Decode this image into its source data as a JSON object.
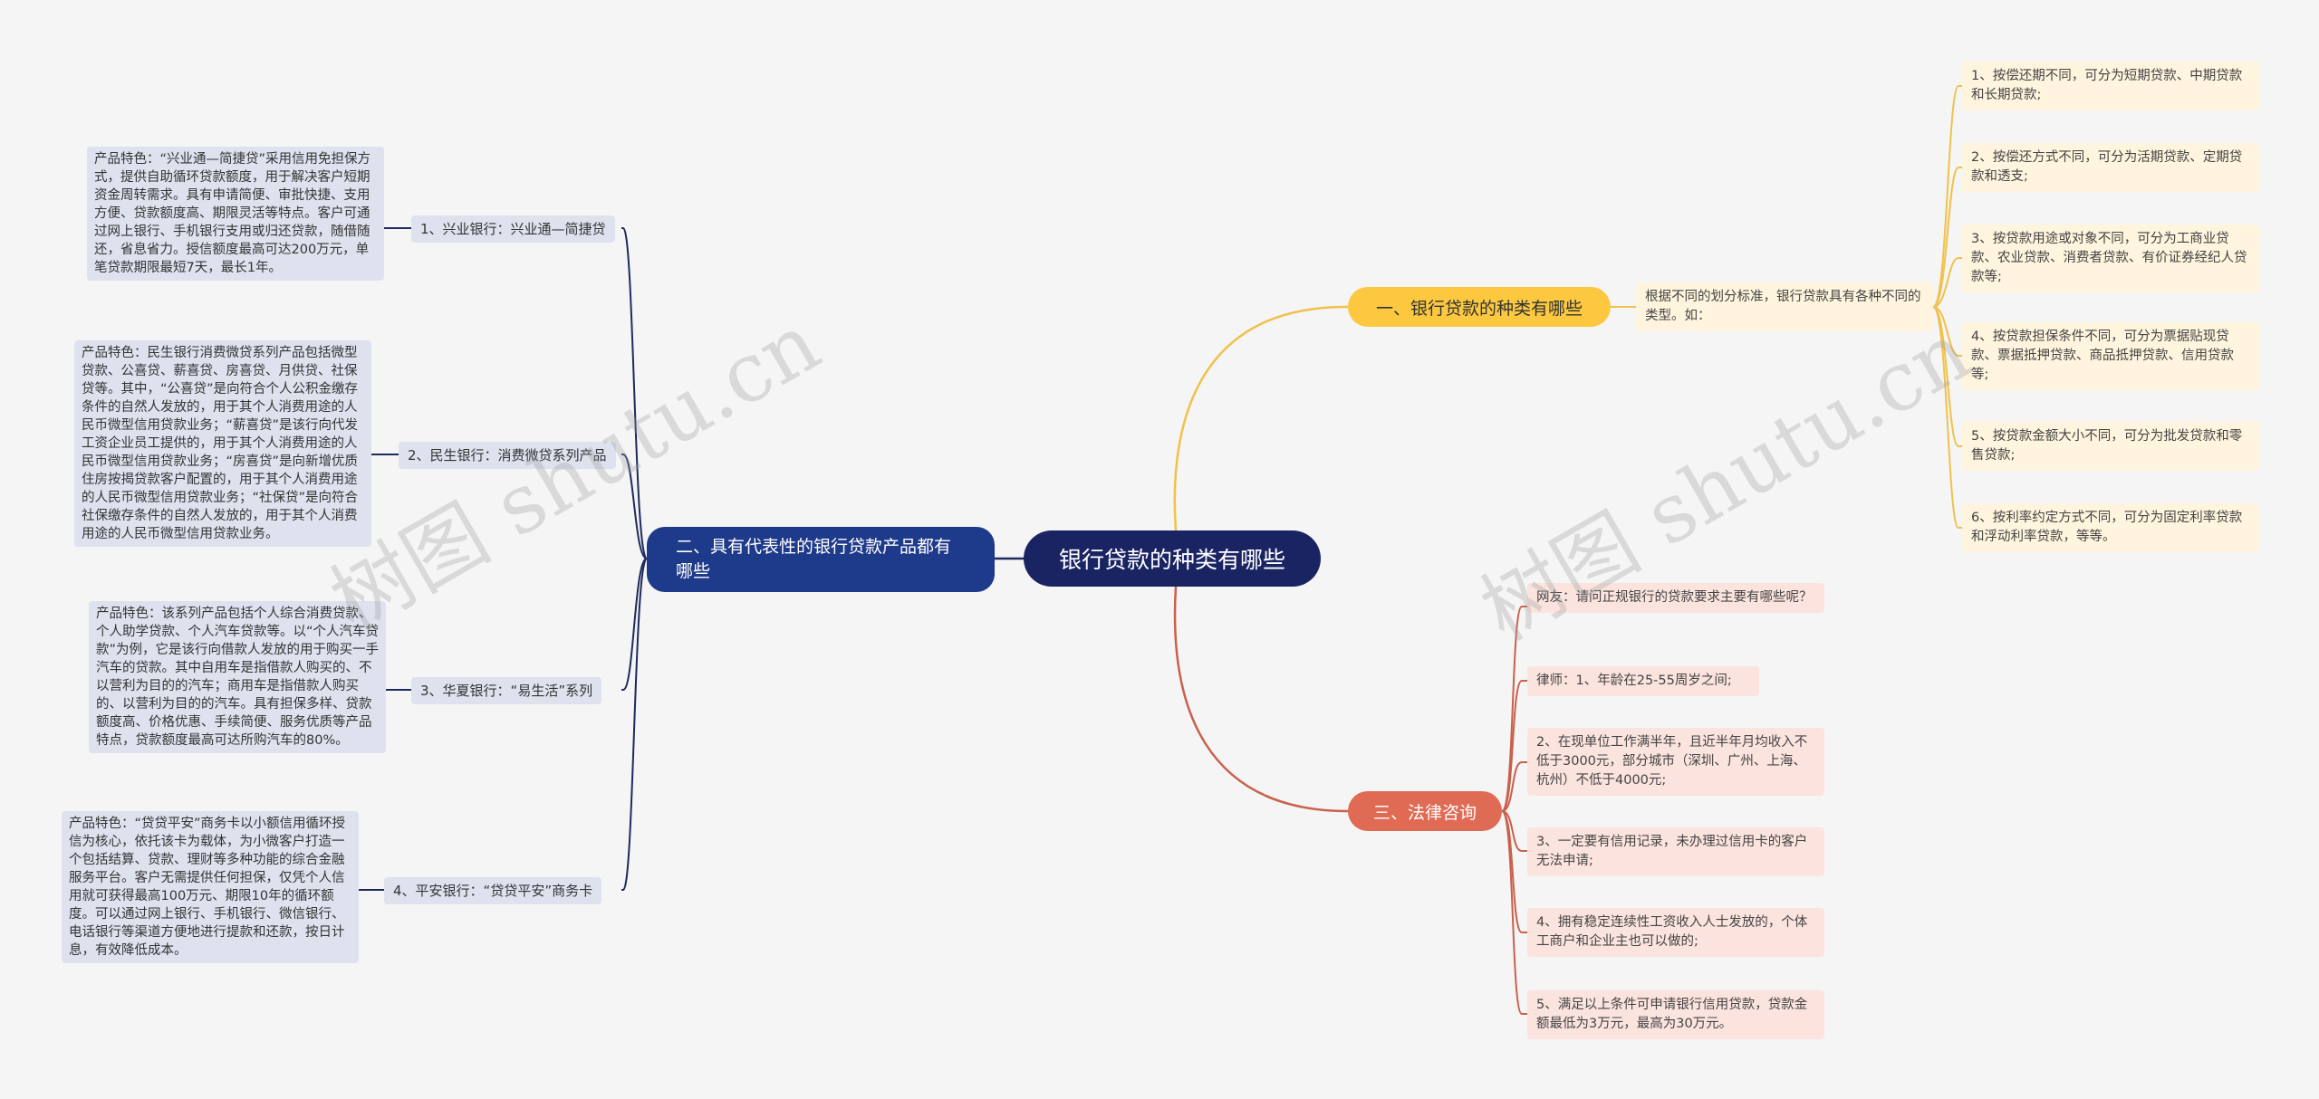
{
  "root": {
    "label": "银行贷款的种类有哪些"
  },
  "watermark": "树图 shutu.cn",
  "branch1": {
    "label": "一、银行贷款的种类有哪些",
    "note": "根据不同的划分标准，银行贷款具有各种不同的类型。如：",
    "items": [
      "1、按偿还期不同，可分为短期贷款、中期贷款和长期贷款;",
      "2、按偿还方式不同，可分为活期贷款、定期贷款和透支;",
      "3、按贷款用途或对象不同，可分为工商业贷款、农业贷款、消费者贷款、有价证券经纪人贷款等;",
      "4、按贷款担保条件不同，可分为票据贴现贷款、票据抵押贷款、商品抵押贷款、信用贷款等;",
      "5、按贷款金额大小不同，可分为批发贷款和零售贷款;",
      "6、按利率约定方式不同，可分为固定利率贷款和浮动利率贷款，等等。"
    ]
  },
  "branch2": {
    "label": "二、具有代表性的银行贷款产品都有哪些",
    "items": [
      {
        "label": "1、兴业银行：兴业通—简捷贷",
        "desc": "产品特色：“兴业通—简捷贷”采用信用免担保方式，提供自助循环贷款额度，用于解决客户短期资金周转需求。具有申请简便、审批快捷、支用方便、贷款额度高、期限灵活等特点。客户可通过网上银行、手机银行支用或归还贷款，随借随还，省息省力。授信额度最高可达200万元，单笔贷款期限最短7天，最长1年。"
      },
      {
        "label": "2、民生银行：消费微贷系列产品",
        "desc": "产品特色：民生银行消费微贷系列产品包括微型贷款、公喜贷、薪喜贷、房喜贷、月供贷、社保贷等。其中，“公喜贷”是向符合个人公积金缴存条件的自然人发放的，用于其个人消费用途的人民币微型信用贷款业务；“薪喜贷”是该行向代发工资企业员工提供的，用于其个人消费用途的人民币微型信用贷款业务；“房喜贷”是向新增优质住房按揭贷款客户配置的，用于其个人消费用途的人民币微型信用贷款业务；“社保贷”是向符合社保缴存条件的自然人发放的，用于其个人消费用途的人民币微型信用贷款业务。"
      },
      {
        "label": "3、华夏银行：“易生活”系列",
        "desc": "产品特色：该系列产品包括个人综合消费贷款、个人助学贷款、个人汽车贷款等。以“个人汽车贷款”为例，它是该行向借款人发放的用于购买一手汽车的贷款。其中自用车是指借款人购买的、不以营利为目的的汽车；商用车是指借款人购买的、以营利为目的的汽车。具有担保多样、贷款额度高、价格优惠、手续简便、服务优质等产品特点，贷款额度最高可达所购汽车的80%。"
      },
      {
        "label": "4、平安银行：“贷贷平安”商务卡",
        "desc": "产品特色：“贷贷平安”商务卡以小额信用循环授信为核心，依托该卡为载体，为小微客户打造一个包括结算、贷款、理财等多种功能的综合金融服务平台。客户无需提供任何担保，仅凭个人信用就可获得最高100万元、期限10年的循环额度。可以通过网上银行、手机银行、微信银行、电话银行等渠道方便地进行提款和还款，按日计息，有效降低成本。"
      }
    ]
  },
  "branch3": {
    "label": "三、法律咨询",
    "items": [
      "网友：请问正规银行的贷款要求主要有哪些呢？",
      "律师：1、年龄在25-55周岁之间;",
      "2、在现单位工作满半年，且近半年月均收入不低于3000元，部分城市（深圳、广州、上海、杭州）不低于4000元;",
      "3、一定要有信用记录，未办理过信用卡的客户无法申请;",
      "4、拥有稳定连续性工资收入人士发放的，个体工商户和企业主也可以做的;",
      "5、满足以上条件可申请银行信用贷款，贷款金额最低为3万元，最高为30万元。"
    ]
  },
  "colors": {
    "root": "#1a2463",
    "branch1": "#fbc840",
    "branch2": "#1e3a8a",
    "branch3": "#e06b55",
    "yellow_line": "#f0c14b",
    "red_line": "#c9604c",
    "navy_line": "#1e2a5e"
  }
}
